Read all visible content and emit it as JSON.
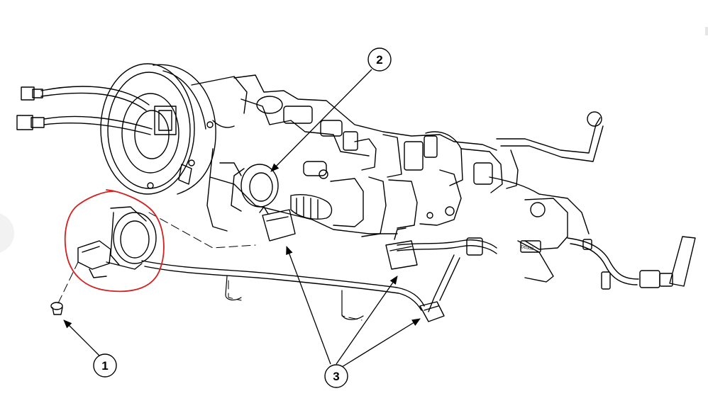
{
  "diagram": {
    "callouts": [
      {
        "id": "1",
        "label": "1"
      },
      {
        "id": "2",
        "label": "2"
      },
      {
        "id": "3",
        "label": "3"
      }
    ],
    "annotation": {
      "shape": "freehand-circle",
      "color": "#d42020"
    },
    "stamp_text": "D0308",
    "line_color": "#000000",
    "background": "#ffffff"
  }
}
